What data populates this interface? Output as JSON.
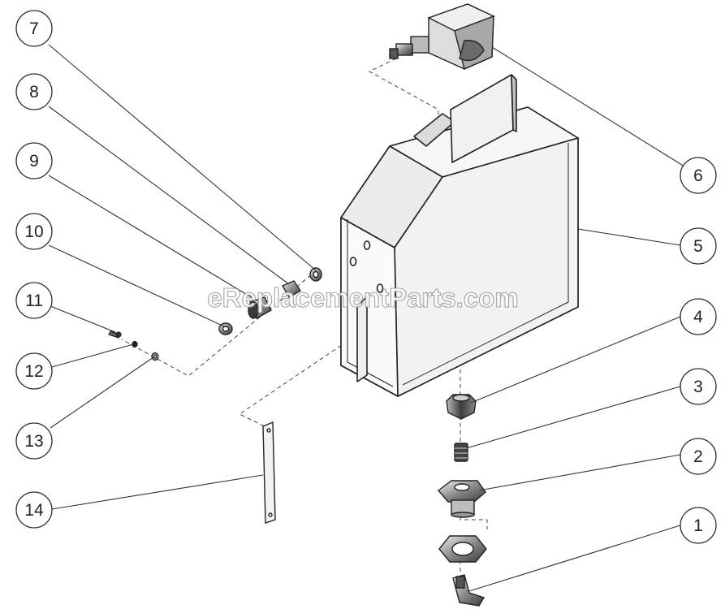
{
  "watermark": "eReplacementParts.com",
  "callouts": [
    {
      "id": "1",
      "label": "1"
    },
    {
      "id": "2",
      "label": "2"
    },
    {
      "id": "3",
      "label": "3"
    },
    {
      "id": "4",
      "label": "4"
    },
    {
      "id": "5",
      "label": "5"
    },
    {
      "id": "6",
      "label": "6"
    },
    {
      "id": "7",
      "label": "7"
    },
    {
      "id": "8",
      "label": "8"
    },
    {
      "id": "9",
      "label": "9"
    },
    {
      "id": "10",
      "label": "10"
    },
    {
      "id": "11",
      "label": "11"
    },
    {
      "id": "12",
      "label": "12"
    },
    {
      "id": "13",
      "label": "13"
    },
    {
      "id": "14",
      "label": "14"
    }
  ]
}
